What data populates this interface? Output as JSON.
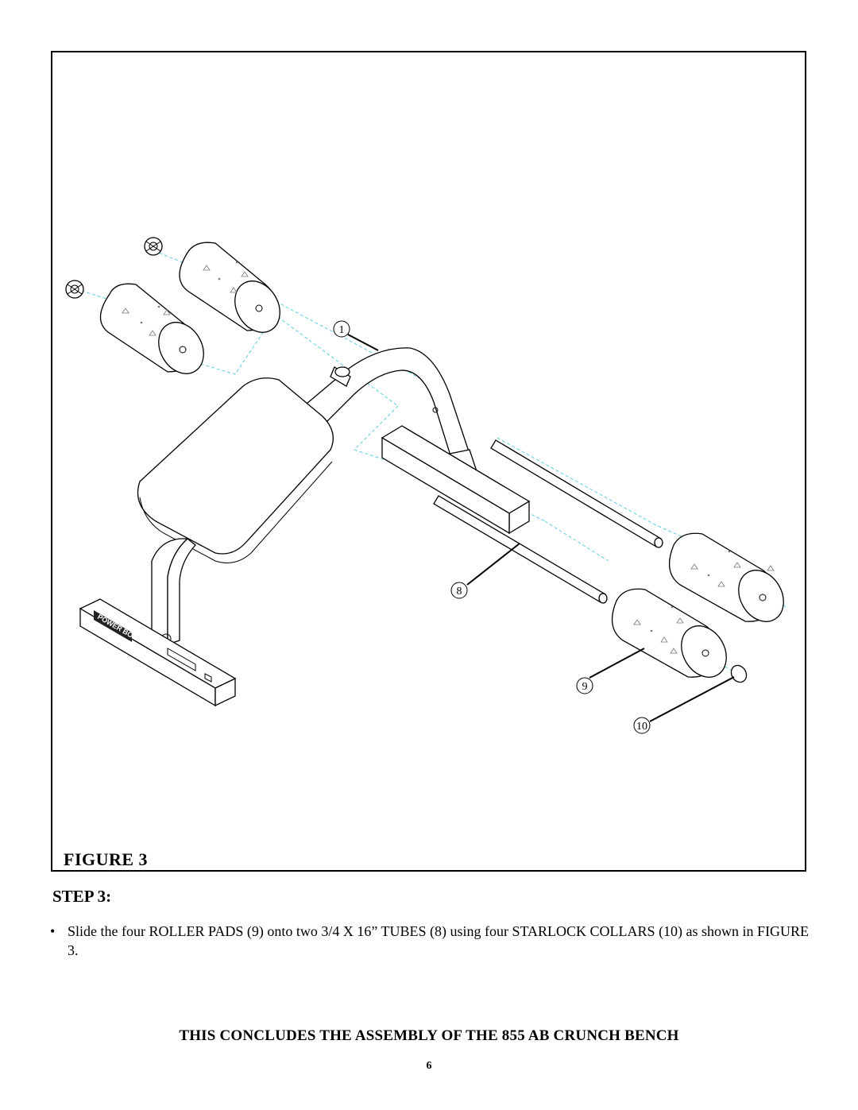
{
  "figure": {
    "label": "FIGURE 3",
    "callouts": [
      "1",
      "8",
      "9",
      "10"
    ],
    "frame_logo_text": "POWER BODY"
  },
  "step": {
    "heading": "STEP 3:",
    "bullet_symbol": "•",
    "instruction": "Slide the four ROLLER PADS (9) onto two 3/4 X 16” TUBES (8) using four STARLOCK COLLARS (10) as shown in FIGURE 3."
  },
  "conclusion": "THIS CONCLUDES THE ASSEMBLY OF THE 855 AB CRUNCH BENCH",
  "page_number": "6",
  "colors": {
    "guide_line": "#5ccfe0",
    "ink": "#000000",
    "paper": "#ffffff"
  }
}
